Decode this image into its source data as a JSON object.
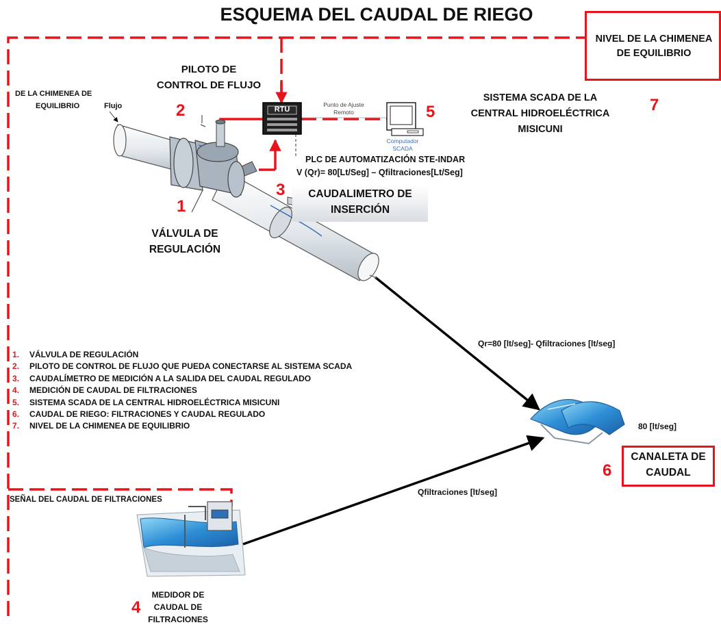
{
  "title": "ESQUEMA DEL CAUDAL DE RIEGO",
  "labels": {
    "chimenea_top_line1": "NIVEL DE LA CHIMENEA",
    "chimenea_top_line2": "DE EQUILIBRIO",
    "piloto_line1": "PILOTO DE",
    "piloto_line2": "CONTROL DE FLUJO",
    "de_chimenea_line1": "DE LA CHIMENEA DE",
    "de_chimenea_line2": "EQUILIBRIO",
    "flujo": "Flujo",
    "rtu": "RTU",
    "punto_line1": "Punto de Ajuste",
    "punto_line2": "Remoto",
    "computador_line1": "Computador",
    "computador_line2": "SCADA",
    "scada_line1": "SISTEMA SCADA DE LA",
    "scada_line2": "CENTRAL HIDROELÉCTRICA",
    "scada_line3": "MISICUNI",
    "plc": "PLC DE AUTOMATIZACIÓN STE-INDAR",
    "formula": "V (Qr)= 80[Lt/Seg] – Qfiltraciones[Lt/Seg]",
    "caudalimetro_line1": "CAUDALIMETRO DE",
    "caudalimetro_line2": "INSERCIÓN",
    "valvula_line1": "VÁLVULA DE",
    "valvula_line2": "REGULACIÓN",
    "qr_flow": "Qr=80 [lt/seg]- Qfiltraciones [lt/seg]",
    "eighty": "80 [lt/seg]",
    "canaleta_line1": "CANALETA DE",
    "canaleta_line2": "CAUDAL",
    "qfilt_flow": "Qfiltraciones [lt/seg]",
    "senal": "SEÑAL DEL CAUDAL DE FILTRACIONES",
    "medidor_line1": "MEDIDOR DE",
    "medidor_line2": "CAUDAL DE",
    "medidor_line3": "FILTRACIONES"
  },
  "numbers": {
    "n1": "1",
    "n2": "2",
    "n3": "3",
    "n4": "4",
    "n5": "5",
    "n6": "6",
    "n7": "7"
  },
  "legend": [
    {
      "n": "1.",
      "text": "VÁLVULA DE REGULACIÓN"
    },
    {
      "n": "2.",
      "text": "PILOTO DE CONTROL DE FLUJO QUE PUEDA CONECTARSE AL SISTEMA SCADA"
    },
    {
      "n": "3.",
      "text": "CAUDALÍMETRO DE  MEDICIÓN A LA SALIDA DEL CAUDAL REGULADO"
    },
    {
      "n": "4.",
      "text": "MEDICIÓN DE CAUDAL DE FILTRACIONES"
    },
    {
      "n": "5.",
      "text": "SISTEMA SCADA DE LA CENTRAL HIDROELÉCTRICA MISICUNI"
    },
    {
      "n": "6.",
      "text": "CAUDAL DE RIEGO: FILTRACIONES Y CAUDAL REGULADO"
    },
    {
      "n": "7.",
      "text": "NIVEL DE LA CHIMENEA DE EQUILIBRIO"
    }
  ],
  "colors": {
    "accent": "#e8141b",
    "text": "#111111",
    "water": "#3a9bd8",
    "pipe": "#e6ebef"
  }
}
